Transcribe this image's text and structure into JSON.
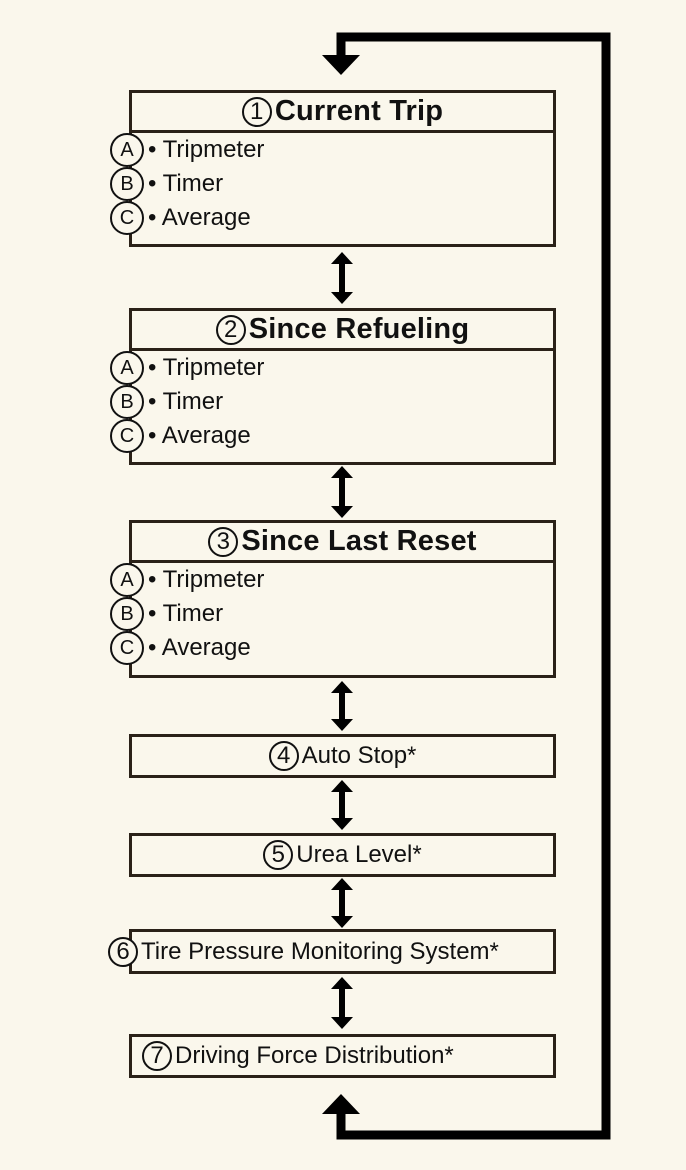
{
  "items": [
    {
      "num": "1",
      "title": "Current Trip",
      "subs": [
        {
          "letter": "A",
          "label": "• Tripmeter"
        },
        {
          "letter": "B",
          "label": "• Timer"
        },
        {
          "letter": "C",
          "label": "• Average"
        }
      ]
    },
    {
      "num": "2",
      "title": "Since Refueling",
      "subs": [
        {
          "letter": "A",
          "label": "• Tripmeter"
        },
        {
          "letter": "B",
          "label": "• Timer"
        },
        {
          "letter": "C",
          "label": "• Average"
        }
      ]
    },
    {
      "num": "3",
      "title": "Since Last Reset",
      "subs": [
        {
          "letter": "A",
          "label": "• Tripmeter"
        },
        {
          "letter": "B",
          "label": "• Timer"
        },
        {
          "letter": "C",
          "label": "• Average"
        }
      ]
    },
    {
      "num": "4",
      "title": "Auto Stop*"
    },
    {
      "num": "5",
      "title": "Urea Level*"
    },
    {
      "num": "6",
      "title": "Tire Pressure Monitoring System*"
    },
    {
      "num": "7",
      "title": "Driving Force Distribution*"
    }
  ],
  "colors": {
    "background": "#FAF7EC",
    "line": "#2A2118",
    "arrow": "#000000"
  }
}
